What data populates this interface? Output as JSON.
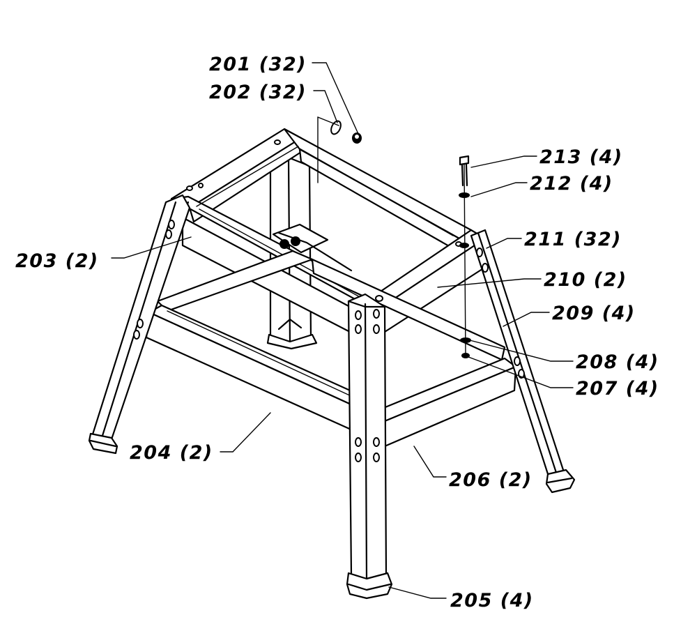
{
  "callouts": [
    {
      "id": "c201",
      "text": "201 (32)"
    },
    {
      "id": "c202",
      "text": "202 (32)"
    },
    {
      "id": "c203",
      "text": "203 (2)"
    },
    {
      "id": "c204",
      "text": "204 (2)"
    },
    {
      "id": "c205",
      "text": "205 (4)"
    },
    {
      "id": "c206",
      "text": "206 (2)"
    },
    {
      "id": "c207",
      "text": "207 (4)"
    },
    {
      "id": "c208",
      "text": "208 (4)"
    },
    {
      "id": "c209",
      "text": "209 (4)"
    },
    {
      "id": "c210",
      "text": "210 (2)"
    },
    {
      "id": "c211",
      "text": "211 (32)"
    },
    {
      "id": "c212",
      "text": "212 (4)"
    },
    {
      "id": "c213",
      "text": "213 (4)"
    }
  ]
}
